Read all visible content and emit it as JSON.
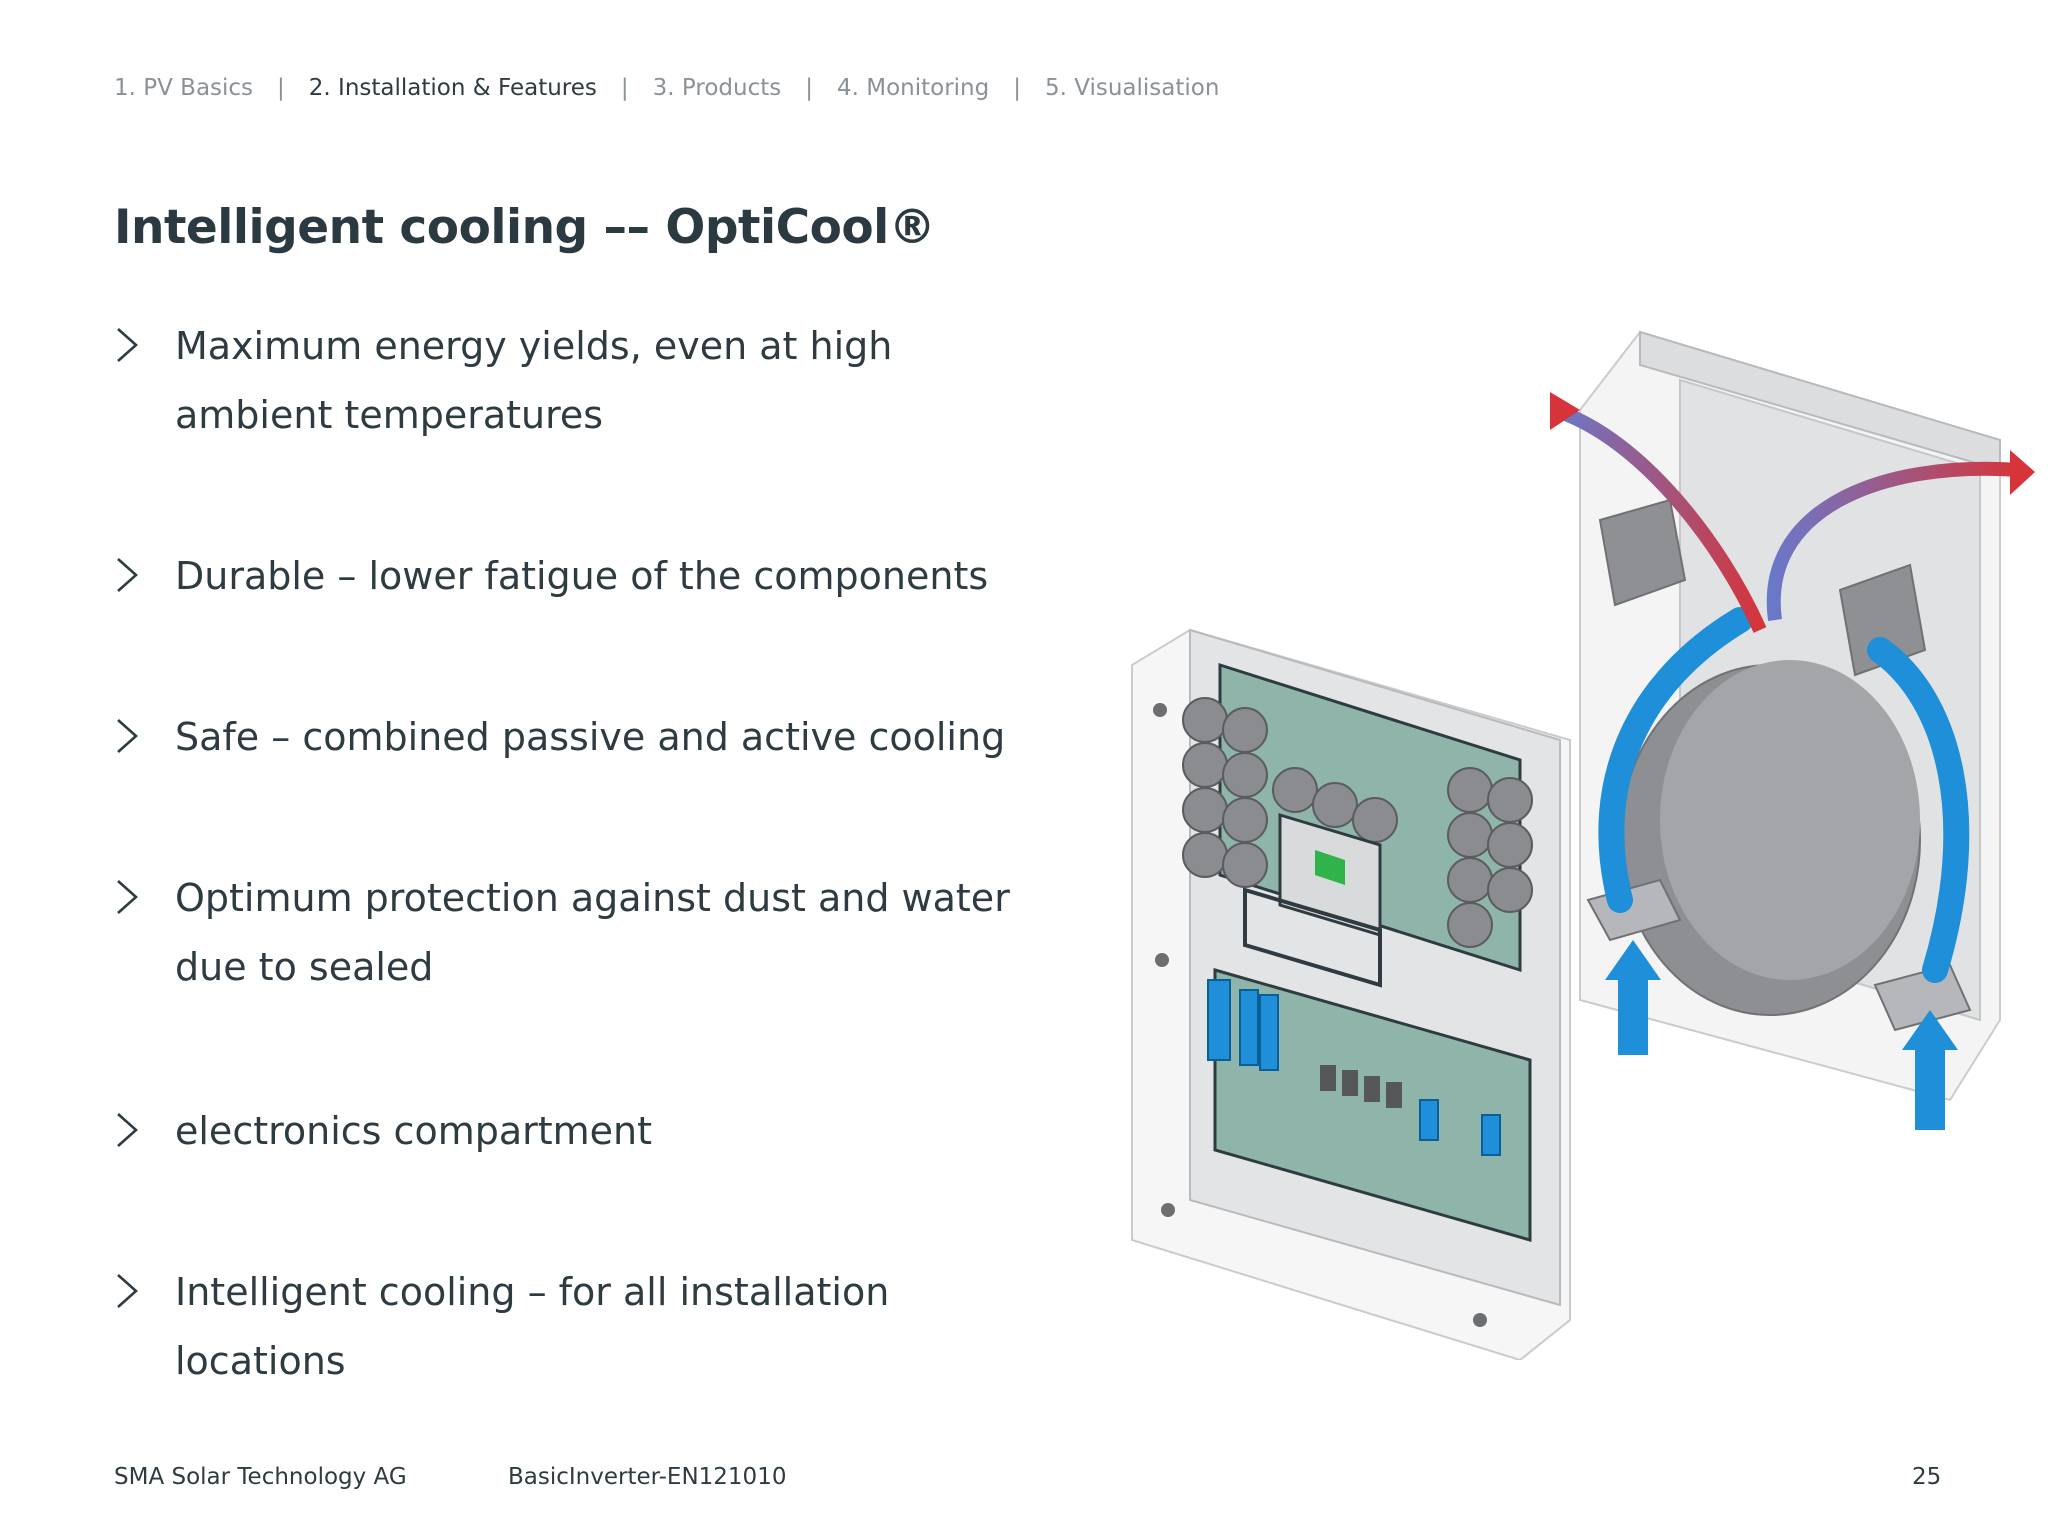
{
  "nav": {
    "tabs": [
      {
        "label": "1. PV Basics",
        "active": false
      },
      {
        "label": "2. Installation & Features",
        "active": true
      },
      {
        "label": "3. Products",
        "active": false
      },
      {
        "label": "4. Monitoring",
        "active": false
      },
      {
        "label": "5. Visualisation",
        "active": false
      }
    ],
    "separator": "|"
  },
  "title": "Intelligent cooling –– OptiCool®",
  "bullets": [
    {
      "line1": "Maximum energy yields, even at high",
      "line2": "ambient temperatures"
    },
    {
      "line1": "Durable – lower fatigue of the components",
      "line2": ""
    },
    {
      "line1": "Safe – combined passive and active cooling",
      "line2": ""
    },
    {
      "line1": "Optimum protection against dust and water",
      "line2": "due to sealed"
    },
    {
      "line1": "electronics compartment",
      "line2": ""
    },
    {
      "line1": "Intelligent cooling – for all installation",
      "line2": "locations"
    }
  ],
  "footer": {
    "company": "SMA Solar Technology AG",
    "doc_id": "BasicInverter-EN121010",
    "page_number": "25"
  },
  "colors": {
    "text": "#2e3b40",
    "nav_inactive": "#8b9296",
    "pcb": "#8fb5ab",
    "airflow_cool": "#1e8fd8",
    "airflow_hot": "#d6343a"
  },
  "icons": {
    "bullet": "chevron-right-icon",
    "illustration": "inverter-cooling-illustration"
  }
}
